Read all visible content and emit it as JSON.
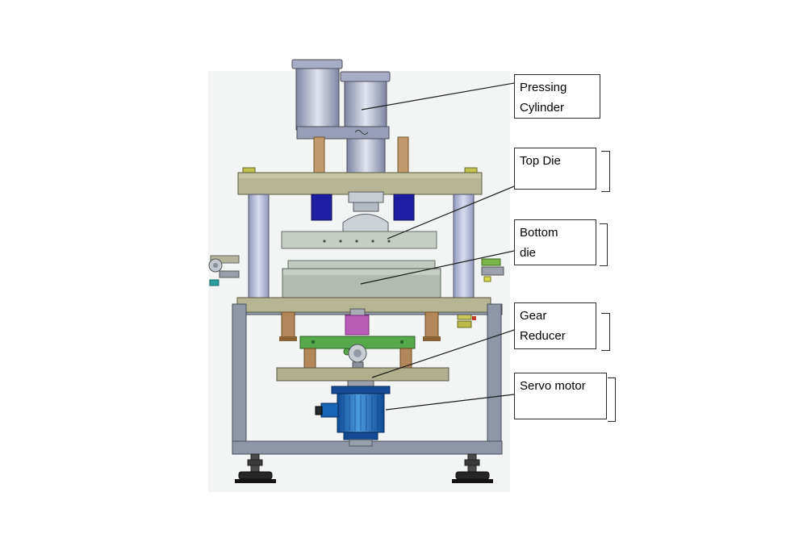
{
  "labels": {
    "pressing_cylinder": {
      "line1": "Pressing",
      "line2": "Cylinder"
    },
    "top_die": {
      "line1": "Top Die"
    },
    "bottom_die": {
      "line1": "Bottom",
      "line2": "die"
    },
    "gear_reducer": {
      "line1": "Gear",
      "line2": "Reducer"
    },
    "servo_motor": {
      "line1": "Servo motor"
    }
  },
  "colors": {
    "backdrop": "#f3f5f4",
    "cylinder_lavender": "#aab0cc",
    "plate_olive": "#b6b694",
    "die_gray": "#c6cdc4",
    "guide_block_blue": "#1e1ea2",
    "column_lavender": "#b4b9d8",
    "frame_gray": "#8f96a8",
    "reducer_green": "#57a84b",
    "coupling_magenta": "#b85cb8",
    "rod_tan": "#b4875a",
    "motor_blue": "#1864b6",
    "leader_line": "#1a1a1a"
  }
}
